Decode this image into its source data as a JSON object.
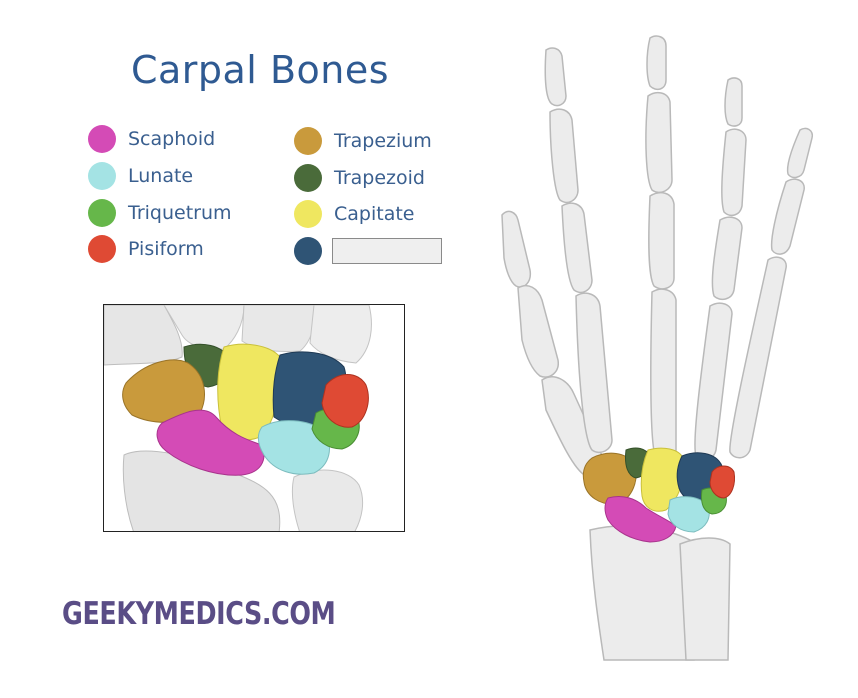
{
  "title": "Carpal Bones",
  "legend": [
    {
      "label": "Scaphoid",
      "color": "#d44bb6"
    },
    {
      "label": "Lunate",
      "color": "#a4e3e4"
    },
    {
      "label": "Triquetrum",
      "color": "#66b74a"
    },
    {
      "label": "Pisiform",
      "color": "#df4a34"
    },
    {
      "label": "Trapezium",
      "color": "#c99a3c"
    },
    {
      "label": "Trapezoid",
      "color": "#4a6b3a"
    },
    {
      "label": "Capitate",
      "color": "#efe760"
    },
    {
      "label": "",
      "color": "#2f5475"
    }
  ],
  "brand": "GEEKYMEDICS.COM"
}
